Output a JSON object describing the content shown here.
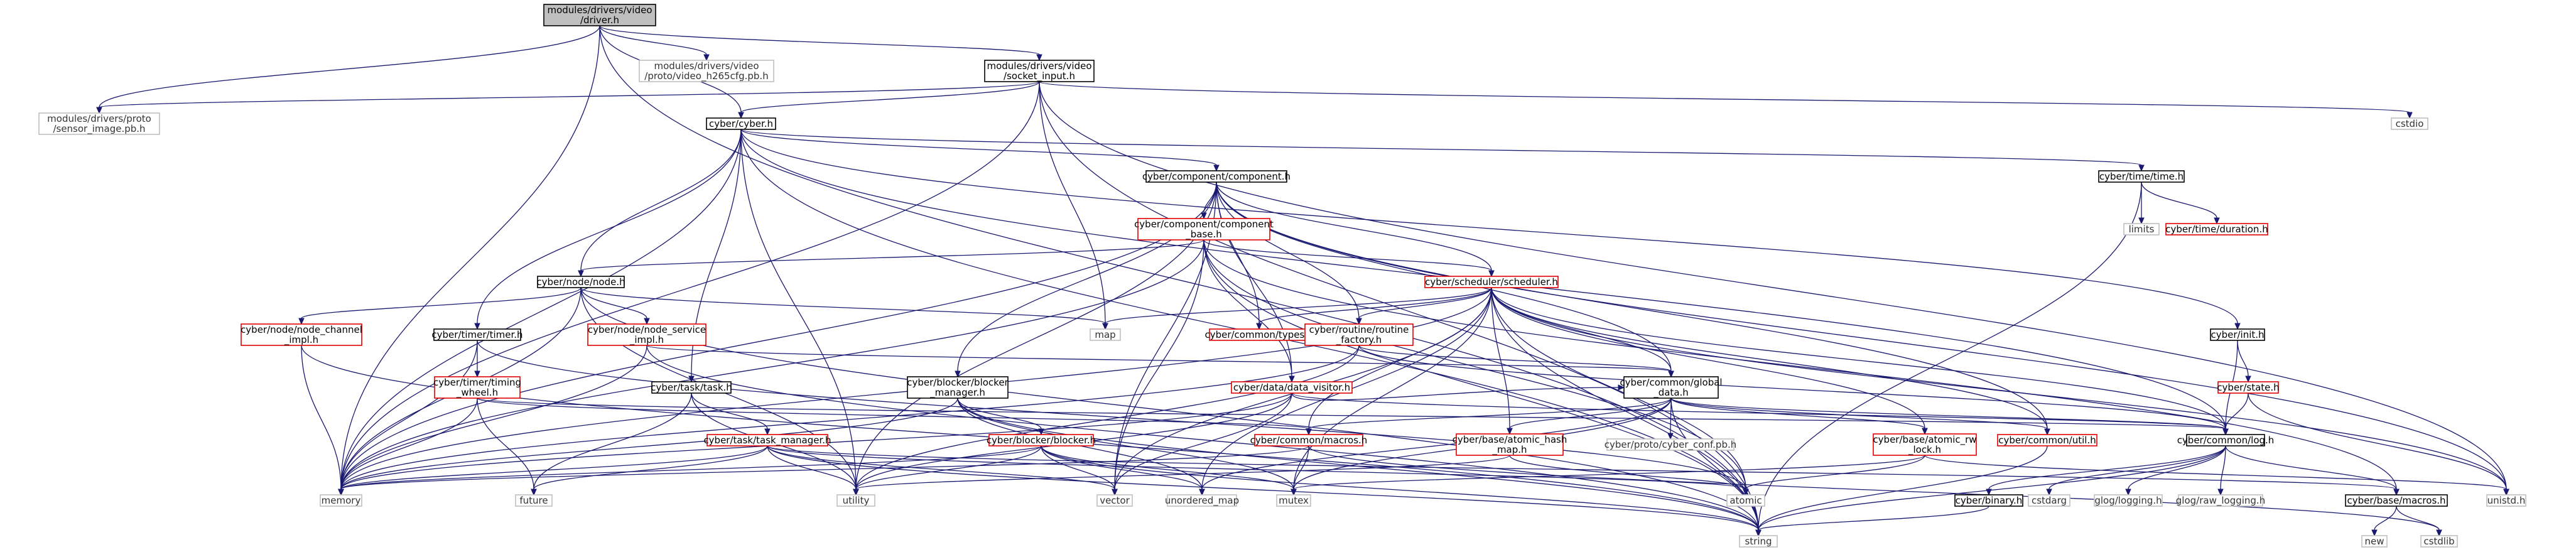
{
  "diagram": {
    "colors": {
      "edge": "#191970",
      "root_fill": "#bfbfbf",
      "documented_border": "#000000",
      "incomplete_border": "#e00000",
      "undocumented_border": "#bfbfbf"
    },
    "nodes": [
      {
        "id": "root",
        "kind": "root",
        "lines": [
          "modules/drivers/video",
          "/driver.h"
        ]
      },
      {
        "id": "h265",
        "kind": "grey",
        "lines": [
          "modules/drivers/video",
          "/proto/video_h265cfg.pb.h"
        ]
      },
      {
        "id": "sock",
        "kind": "doc",
        "lines": [
          "modules/drivers/video",
          "/socket_input.h"
        ]
      },
      {
        "id": "sensor",
        "kind": "grey",
        "lines": [
          "modules/drivers/proto",
          "/sensor_image.pb.h"
        ]
      },
      {
        "id": "cstdio",
        "kind": "grey",
        "lines": [
          "cstdio"
        ]
      },
      {
        "id": "cyber",
        "kind": "doc",
        "lines": [
          "cyber/cyber.h"
        ]
      },
      {
        "id": "comp",
        "kind": "doc",
        "lines": [
          "cyber/component/component.h"
        ]
      },
      {
        "id": "timeh",
        "kind": "doc",
        "lines": [
          "cyber/time/time.h"
        ]
      },
      {
        "id": "limits",
        "kind": "grey",
        "lines": [
          "limits"
        ]
      },
      {
        "id": "duration",
        "kind": "red",
        "lines": [
          "cyber/time/duration.h"
        ]
      },
      {
        "id": "compbase",
        "kind": "red",
        "lines": [
          "cyber/component/component",
          "_base.h"
        ]
      },
      {
        "id": "node",
        "kind": "doc",
        "lines": [
          "cyber/node/node.h"
        ]
      },
      {
        "id": "sched",
        "kind": "red",
        "lines": [
          "cyber/scheduler/scheduler.h"
        ]
      },
      {
        "id": "map",
        "kind": "grey",
        "lines": [
          "map"
        ]
      },
      {
        "id": "types",
        "kind": "red",
        "lines": [
          "cyber/common/types.h"
        ]
      },
      {
        "id": "routine",
        "kind": "red",
        "lines": [
          "cyber/routine/routine",
          "_factory.h"
        ]
      },
      {
        "id": "init",
        "kind": "doc",
        "lines": [
          "cyber/init.h"
        ]
      },
      {
        "id": "state",
        "kind": "red",
        "lines": [
          "cyber/state.h"
        ]
      },
      {
        "id": "nodech",
        "kind": "red",
        "lines": [
          "cyber/node/node_channel",
          "_impl.h"
        ]
      },
      {
        "id": "nodesvc",
        "kind": "red",
        "lines": [
          "cyber/node/node_service",
          "_impl.h"
        ]
      },
      {
        "id": "timer",
        "kind": "doc",
        "lines": [
          "cyber/timer/timer.h"
        ]
      },
      {
        "id": "timing",
        "kind": "red",
        "lines": [
          "cyber/timer/timing",
          "_wheel.h"
        ]
      },
      {
        "id": "task",
        "kind": "doc",
        "lines": [
          "cyber/task/task.h"
        ]
      },
      {
        "id": "taskmgr",
        "kind": "red",
        "lines": [
          "cyber/task/task_manager.h"
        ]
      },
      {
        "id": "blockmgr",
        "kind": "doc",
        "lines": [
          "cyber/blocker/blocker",
          "_manager.h"
        ]
      },
      {
        "id": "blocker",
        "kind": "red",
        "lines": [
          "cyber/blocker/blocker.h"
        ]
      },
      {
        "id": "visitor",
        "kind": "red",
        "lines": [
          "cyber/data/data_visitor.h"
        ]
      },
      {
        "id": "global",
        "kind": "doc",
        "lines": [
          "cyber/common/global",
          "_data.h"
        ]
      },
      {
        "id": "macros",
        "kind": "red",
        "lines": [
          "cyber/common/macros.h"
        ]
      },
      {
        "id": "hashmap",
        "kind": "red",
        "lines": [
          "cyber/base/atomic_hash",
          "_map.h"
        ]
      },
      {
        "id": "conf",
        "kind": "grey",
        "lines": [
          "cyber/proto/cyber_conf.pb.h"
        ]
      },
      {
        "id": "rwlock",
        "kind": "red",
        "lines": [
          "cyber/base/atomic_rw",
          "_lock.h"
        ]
      },
      {
        "id": "util",
        "kind": "red",
        "lines": [
          "cyber/common/util.h"
        ]
      },
      {
        "id": "log",
        "kind": "doc",
        "lines": [
          "cyber/common/log.h"
        ]
      },
      {
        "id": "binary",
        "kind": "doc",
        "lines": [
          "cyber/binary.h"
        ]
      },
      {
        "id": "cstdarg",
        "kind": "grey",
        "lines": [
          "cstdarg"
        ]
      },
      {
        "id": "glog",
        "kind": "grey",
        "lines": [
          "glog/logging.h"
        ]
      },
      {
        "id": "glograw",
        "kind": "grey",
        "lines": [
          "glog/raw_logging.h"
        ]
      },
      {
        "id": "basemacros",
        "kind": "doc",
        "lines": [
          "cyber/base/macros.h"
        ]
      },
      {
        "id": "new",
        "kind": "grey",
        "lines": [
          "new"
        ]
      },
      {
        "id": "cstdlib",
        "kind": "grey",
        "lines": [
          "cstdlib"
        ]
      },
      {
        "id": "unistd",
        "kind": "grey",
        "lines": [
          "unistd.h"
        ]
      },
      {
        "id": "memory",
        "kind": "grey",
        "lines": [
          "memory"
        ]
      },
      {
        "id": "future",
        "kind": "grey",
        "lines": [
          "future"
        ]
      },
      {
        "id": "utility",
        "kind": "grey",
        "lines": [
          "utility"
        ]
      },
      {
        "id": "vector",
        "kind": "grey",
        "lines": [
          "vector"
        ]
      },
      {
        "id": "umap",
        "kind": "grey",
        "lines": [
          "unordered_map"
        ]
      },
      {
        "id": "mutex",
        "kind": "grey",
        "lines": [
          "mutex"
        ]
      },
      {
        "id": "atomic",
        "kind": "grey",
        "lines": [
          "atomic"
        ]
      },
      {
        "id": "string",
        "kind": "grey",
        "lines": [
          "string"
        ]
      }
    ],
    "edges": [
      [
        "root",
        "h265"
      ],
      [
        "root",
        "sock"
      ],
      [
        "root",
        "sensor"
      ],
      [
        "root",
        "cyber"
      ],
      [
        "root",
        "memory"
      ],
      [
        "root",
        "string"
      ],
      [
        "sock",
        "cstdio"
      ],
      [
        "sock",
        "sensor"
      ],
      [
        "sock",
        "cyber"
      ],
      [
        "sock",
        "map"
      ],
      [
        "sock",
        "unistd"
      ],
      [
        "sock",
        "memory"
      ],
      [
        "sock",
        "string"
      ],
      [
        "cyber",
        "comp"
      ],
      [
        "cyber",
        "timeh"
      ],
      [
        "cyber",
        "init"
      ],
      [
        "cyber",
        "log"
      ],
      [
        "cyber",
        "node"
      ],
      [
        "cyber",
        "timer"
      ],
      [
        "cyber",
        "task"
      ],
      [
        "cyber",
        "memory"
      ],
      [
        "cyber",
        "string"
      ],
      [
        "cyber",
        "utility"
      ],
      [
        "comp",
        "compbase"
      ],
      [
        "comp",
        "sched"
      ],
      [
        "comp",
        "types"
      ],
      [
        "comp",
        "routine"
      ],
      [
        "comp",
        "global"
      ],
      [
        "comp",
        "blockmgr"
      ],
      [
        "comp",
        "visitor"
      ],
      [
        "comp",
        "util"
      ],
      [
        "comp",
        "unistd"
      ],
      [
        "comp",
        "memory"
      ],
      [
        "comp",
        "utility"
      ],
      [
        "comp",
        "vector"
      ],
      [
        "timeh",
        "limits"
      ],
      [
        "timeh",
        "duration"
      ],
      [
        "timeh",
        "string"
      ],
      [
        "compbase",
        "node"
      ],
      [
        "compbase",
        "sched"
      ],
      [
        "compbase",
        "visitor"
      ],
      [
        "compbase",
        "basemacros"
      ],
      [
        "compbase",
        "atomic"
      ],
      [
        "compbase",
        "memory"
      ],
      [
        "compbase",
        "string"
      ],
      [
        "compbase",
        "vector"
      ],
      [
        "node",
        "nodech"
      ],
      [
        "node",
        "nodesvc"
      ],
      [
        "node",
        "map"
      ],
      [
        "node",
        "memory"
      ],
      [
        "node",
        "string"
      ],
      [
        "node",
        "utility"
      ],
      [
        "sched",
        "map"
      ],
      [
        "sched",
        "types"
      ],
      [
        "sched",
        "routine"
      ],
      [
        "sched",
        "global"
      ],
      [
        "sched",
        "macros"
      ],
      [
        "sched",
        "hashmap"
      ],
      [
        "sched",
        "rwlock"
      ],
      [
        "sched",
        "util"
      ],
      [
        "sched",
        "log"
      ],
      [
        "sched",
        "unistd"
      ],
      [
        "sched",
        "memory"
      ],
      [
        "sched",
        "string"
      ],
      [
        "sched",
        "vector"
      ],
      [
        "sched",
        "umap"
      ],
      [
        "sched",
        "mutex"
      ],
      [
        "sched",
        "atomic"
      ],
      [
        "routine",
        "global"
      ],
      [
        "routine",
        "log"
      ],
      [
        "routine",
        "memory"
      ],
      [
        "routine",
        "utility"
      ],
      [
        "init",
        "state"
      ],
      [
        "init",
        "log"
      ],
      [
        "state",
        "unistd"
      ],
      [
        "state",
        "log"
      ],
      [
        "nodech",
        "memory"
      ],
      [
        "nodech",
        "string"
      ],
      [
        "nodesvc",
        "memory"
      ],
      [
        "nodesvc",
        "string"
      ],
      [
        "nodesvc",
        "global"
      ],
      [
        "timer",
        "timing"
      ],
      [
        "timer",
        "memory"
      ],
      [
        "timer",
        "atomic"
      ],
      [
        "timing",
        "future"
      ],
      [
        "timing",
        "memory"
      ],
      [
        "timing",
        "macros"
      ],
      [
        "timing",
        "log"
      ],
      [
        "task",
        "taskmgr"
      ],
      [
        "task",
        "future"
      ],
      [
        "task",
        "utility"
      ],
      [
        "taskmgr",
        "future"
      ],
      [
        "taskmgr",
        "memory"
      ],
      [
        "taskmgr",
        "string"
      ],
      [
        "taskmgr",
        "utility"
      ],
      [
        "taskmgr",
        "vector"
      ],
      [
        "taskmgr",
        "atomic"
      ],
      [
        "taskmgr",
        "basemacros"
      ],
      [
        "blockmgr",
        "blocker"
      ],
      [
        "blockmgr",
        "memory"
      ],
      [
        "blockmgr",
        "string"
      ],
      [
        "blockmgr",
        "umap"
      ],
      [
        "blockmgr",
        "mutex"
      ],
      [
        "blocker",
        "memory"
      ],
      [
        "blocker",
        "string"
      ],
      [
        "blocker",
        "vector"
      ],
      [
        "blocker",
        "umap"
      ],
      [
        "blocker",
        "mutex"
      ],
      [
        "blocker",
        "utility"
      ],
      [
        "visitor",
        "global"
      ],
      [
        "visitor",
        "log"
      ],
      [
        "visitor",
        "memory"
      ],
      [
        "visitor",
        "vector"
      ],
      [
        "visitor",
        "utility"
      ],
      [
        "global",
        "macros"
      ],
      [
        "global",
        "hashmap"
      ],
      [
        "global",
        "conf"
      ],
      [
        "global",
        "util"
      ],
      [
        "global",
        "log"
      ],
      [
        "global",
        "string"
      ],
      [
        "global",
        "umap"
      ],
      [
        "global",
        "mutex"
      ],
      [
        "global",
        "rwlock"
      ],
      [
        "macros",
        "memory"
      ],
      [
        "macros",
        "mutex"
      ],
      [
        "macros",
        "cstdlib"
      ],
      [
        "hashmap",
        "atomic"
      ],
      [
        "hashmap",
        "utility"
      ],
      [
        "rwlock",
        "atomic"
      ],
      [
        "rwlock",
        "mutex"
      ],
      [
        "rwlock",
        "unistd"
      ],
      [
        "util",
        "string"
      ],
      [
        "log",
        "cstdarg"
      ],
      [
        "log",
        "glog"
      ],
      [
        "log",
        "glograw"
      ],
      [
        "log",
        "binary"
      ],
      [
        "log",
        "string"
      ],
      [
        "log",
        "basemacros"
      ],
      [
        "binary",
        "string"
      ],
      [
        "basemacros",
        "new"
      ],
      [
        "basemacros",
        "cstdlib"
      ]
    ]
  }
}
